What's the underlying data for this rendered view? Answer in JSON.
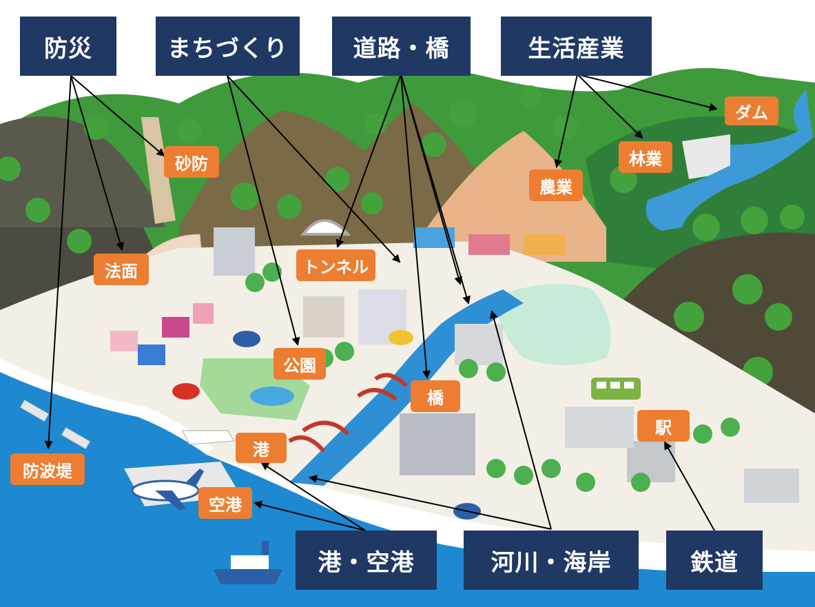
{
  "categories": {
    "disaster": "防災",
    "town": "まちづくり",
    "road": "道路・橋",
    "industry": "生活産業",
    "port": "港・空港",
    "river": "河川・海岸",
    "rail": "鉄道"
  },
  "labels": {
    "sabo": "砂防",
    "slope": "法面",
    "breakwater": "防波堤",
    "tunnel": "トンネル",
    "park": "公園",
    "bridge": "橋",
    "harbor": "港",
    "airport": "空港",
    "dam": "ダム",
    "forestry": "林業",
    "agriculture": "農業",
    "station": "駅"
  },
  "colors": {
    "category_bg": "#1f3864",
    "label_bg": "#ed7d31",
    "sea": "#1e88d0",
    "mountain_dark": "#4a4a3a",
    "mountain_green": "#3b9a3b"
  }
}
